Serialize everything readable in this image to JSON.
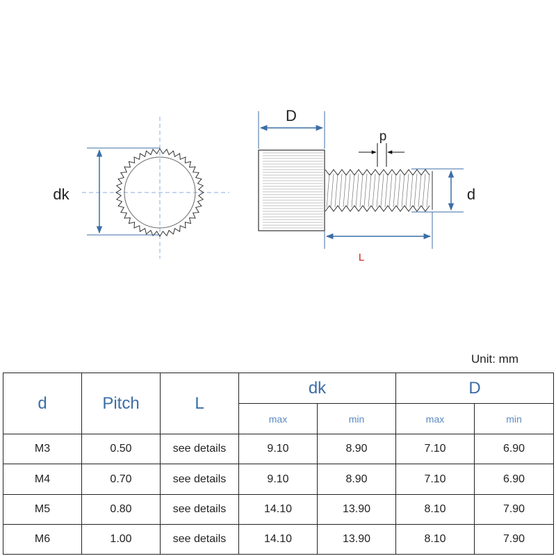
{
  "diagram": {
    "dk": "dk",
    "D": "D",
    "p": "p",
    "d": "d",
    "L": "L"
  },
  "unit_label": "Unit: mm",
  "table": {
    "headers": {
      "d": "d",
      "pitch": "Pitch",
      "L": "L",
      "dk": "dk",
      "D": "D"
    },
    "subheaders": {
      "dk_max": "max",
      "dk_min": "min",
      "D_max": "max",
      "D_min": "min"
    },
    "rows": [
      {
        "d": "M3",
        "pitch": "0.50",
        "L": "see details",
        "dk_max": "9.10",
        "dk_min": "8.90",
        "D_max": "7.10",
        "D_min": "6.90"
      },
      {
        "d": "M4",
        "pitch": "0.70",
        "L": "see details",
        "dk_max": "9.10",
        "dk_min": "8.90",
        "D_max": "7.10",
        "D_min": "6.90"
      },
      {
        "d": "M5",
        "pitch": "0.80",
        "L": "see details",
        "dk_max": "14.10",
        "dk_min": "13.90",
        "D_max": "8.10",
        "D_min": "7.90"
      },
      {
        "d": "M6",
        "pitch": "1.00",
        "L": "see details",
        "dk_max": "14.10",
        "dk_min": "13.90",
        "D_max": "8.10",
        "D_min": "7.90"
      }
    ]
  },
  "colors": {
    "dimension": "#3c6ea5",
    "L_label": "#cc1f1f",
    "outline": "#222222"
  }
}
